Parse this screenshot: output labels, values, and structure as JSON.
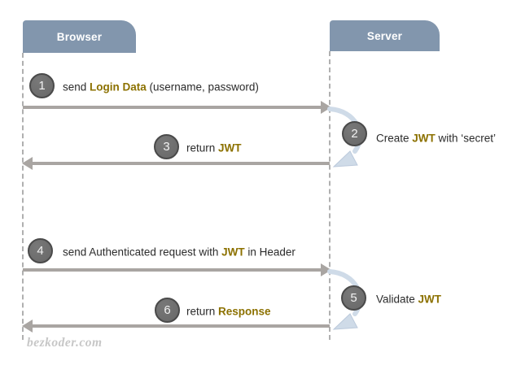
{
  "diagram": {
    "title_hint": "JWT authentication sequence diagram",
    "actors": [
      {
        "label": "Browser"
      },
      {
        "label": "Server"
      }
    ],
    "messages": [
      {
        "num": "1",
        "kind": "arrow-right",
        "from": "Browser",
        "to": "Server",
        "text_parts": [
          {
            "t": "send "
          },
          {
            "t": "Login Data",
            "em": true
          },
          {
            "t": " (username, password)"
          }
        ]
      },
      {
        "num": "2",
        "kind": "self-loop",
        "from": "Server",
        "to": "Server",
        "text_parts": [
          {
            "t": "Create "
          },
          {
            "t": "JWT",
            "em": true
          },
          {
            "t": " with ‘secret’"
          }
        ]
      },
      {
        "num": "3",
        "kind": "arrow-left",
        "from": "Server",
        "to": "Browser",
        "text_parts": [
          {
            "t": "return "
          },
          {
            "t": "JWT",
            "em": true
          }
        ]
      },
      {
        "num": "4",
        "kind": "arrow-right",
        "from": "Browser",
        "to": "Server",
        "text_parts": [
          {
            "t": "send Authenticated request with "
          },
          {
            "t": "JWT",
            "em": true
          },
          {
            "t": " in Header"
          }
        ]
      },
      {
        "num": "5",
        "kind": "self-loop",
        "from": "Server",
        "to": "Server",
        "text_parts": [
          {
            "t": "Validate "
          },
          {
            "t": "JWT",
            "em": true
          }
        ]
      },
      {
        "num": "6",
        "kind": "arrow-left",
        "from": "Server",
        "to": "Browser",
        "text_parts": [
          {
            "t": "return "
          },
          {
            "t": "Response",
            "em": true
          }
        ]
      }
    ],
    "watermark": "bezkoder.com",
    "colors": {
      "actor_fill": "#8296ad",
      "arrow": "#a9a5a2",
      "lifeline": "#b0b0b0",
      "highlight": "#8c7100",
      "circle_fill": "#686868",
      "circle_border": "#4a4a4a",
      "loop_arrow": "#cfdbe8",
      "watermark": "#c7c7c7"
    }
  }
}
